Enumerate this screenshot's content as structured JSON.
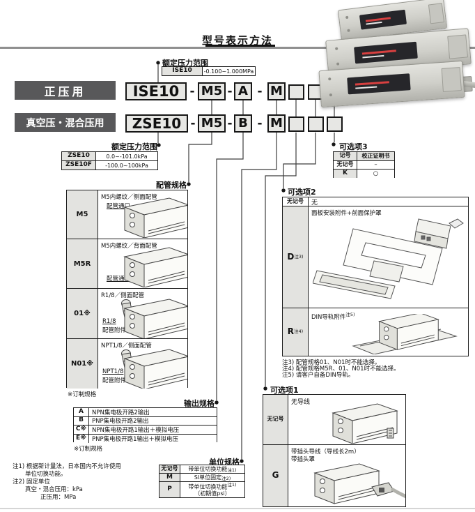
{
  "title": "型号表示方法",
  "model": {
    "dash": "-",
    "rows": [
      {
        "category": "正压用",
        "series": "ISE10",
        "piping": "M5",
        "output": "A",
        "unit": "M"
      },
      {
        "category": "真空压・混合压用",
        "series": "ZSE10",
        "piping": "M5",
        "output": "B",
        "unit": "M"
      }
    ]
  },
  "rated_range_ise": {
    "label": "额定压力范围",
    "code": "ISE10",
    "range": "-0.100~1.000MPa"
  },
  "rated_range_zse": {
    "label": "额定压力范围",
    "rows": [
      {
        "code": "ZSE10",
        "range": "0.0~-101.0kPa"
      },
      {
        "code": "ZSE10F",
        "range": "-100.0~100kPa"
      }
    ]
  },
  "piping": {
    "label": "配管规格",
    "note": "※订制规格",
    "rows": [
      {
        "code": "M5",
        "desc": "M5内螺纹／侧面配管",
        "callouts": [
          "配管通口"
        ]
      },
      {
        "code": "M5R",
        "desc": "M5内螺纹／背面配管",
        "callouts": [
          "配管通口"
        ]
      },
      {
        "code": "01※",
        "desc": "R1/8／侧面配管",
        "callouts": [
          "R1/8",
          "配管附件"
        ]
      },
      {
        "code": "N01※",
        "desc": "NPT1/8／侧面配管",
        "callouts": [
          "NPT1/8",
          "配管附件"
        ]
      }
    ]
  },
  "output": {
    "label": "输出规格",
    "note": "※订制规格",
    "rows": [
      {
        "code": "A",
        "desc": "NPN集电极开路2输出"
      },
      {
        "code": "B",
        "desc": "PNP集电极开路2输出"
      },
      {
        "code": "C※",
        "desc": "NPN集电极开路1输出＋模拟电压"
      },
      {
        "code": "E※",
        "desc": "PNP集电极开路1输出＋模拟电压"
      }
    ]
  },
  "unit": {
    "label": "单位规格",
    "rows": [
      {
        "code": "无记号",
        "desc": "带单位切换功能",
        "sup": "注1)"
      },
      {
        "code": "M",
        "desc": "SI单位固定",
        "sup": "注2)"
      },
      {
        "code": "P",
        "desc": "带单位切换功能",
        "sup": "注1)",
        "desc2": "（初期值psi）"
      }
    ]
  },
  "option1": {
    "label": "可选项1",
    "rows": [
      {
        "code": "无记号",
        "desc": "无导线"
      },
      {
        "code": "G",
        "desc": "带插头导线（导线长2m）",
        "desc2": "带插头罩"
      }
    ]
  },
  "option2": {
    "label": "可选项2",
    "rows": [
      {
        "code": "无记号",
        "desc": "无"
      },
      {
        "code": "D",
        "sup": "注3)",
        "desc": "面板安装附件+前面保护罩"
      },
      {
        "code": "R",
        "sup": "注4)",
        "desc": "DIN导轨附件",
        "desc_sup": "注5)"
      }
    ],
    "notes": [
      "注3) 配管规格01、N01时不能选择。",
      "注4) 配管规格M5R、01、N01时不能选择。",
      "注5) 请客户自备DIN导轨。"
    ]
  },
  "option3": {
    "label": "可选项3",
    "header": [
      "记号",
      "校正证明书"
    ],
    "rows": [
      {
        "code": "无记号",
        "value": "–"
      },
      {
        "code": "K",
        "value": "○"
      }
    ]
  },
  "footnotes": [
    "注1) 根据新计量法，日本国内不允许使用",
    "单位切换功能。",
    "注2) 固定单位",
    "真空・混合压用：kPa",
    "正压用：MPa"
  ],
  "colors": {
    "category_box_bg": "#58585a",
    "model_box_bg": "#e7e7e4",
    "table_header_bg": "#e3e3e0",
    "connector_line": "#3c3c3c"
  }
}
